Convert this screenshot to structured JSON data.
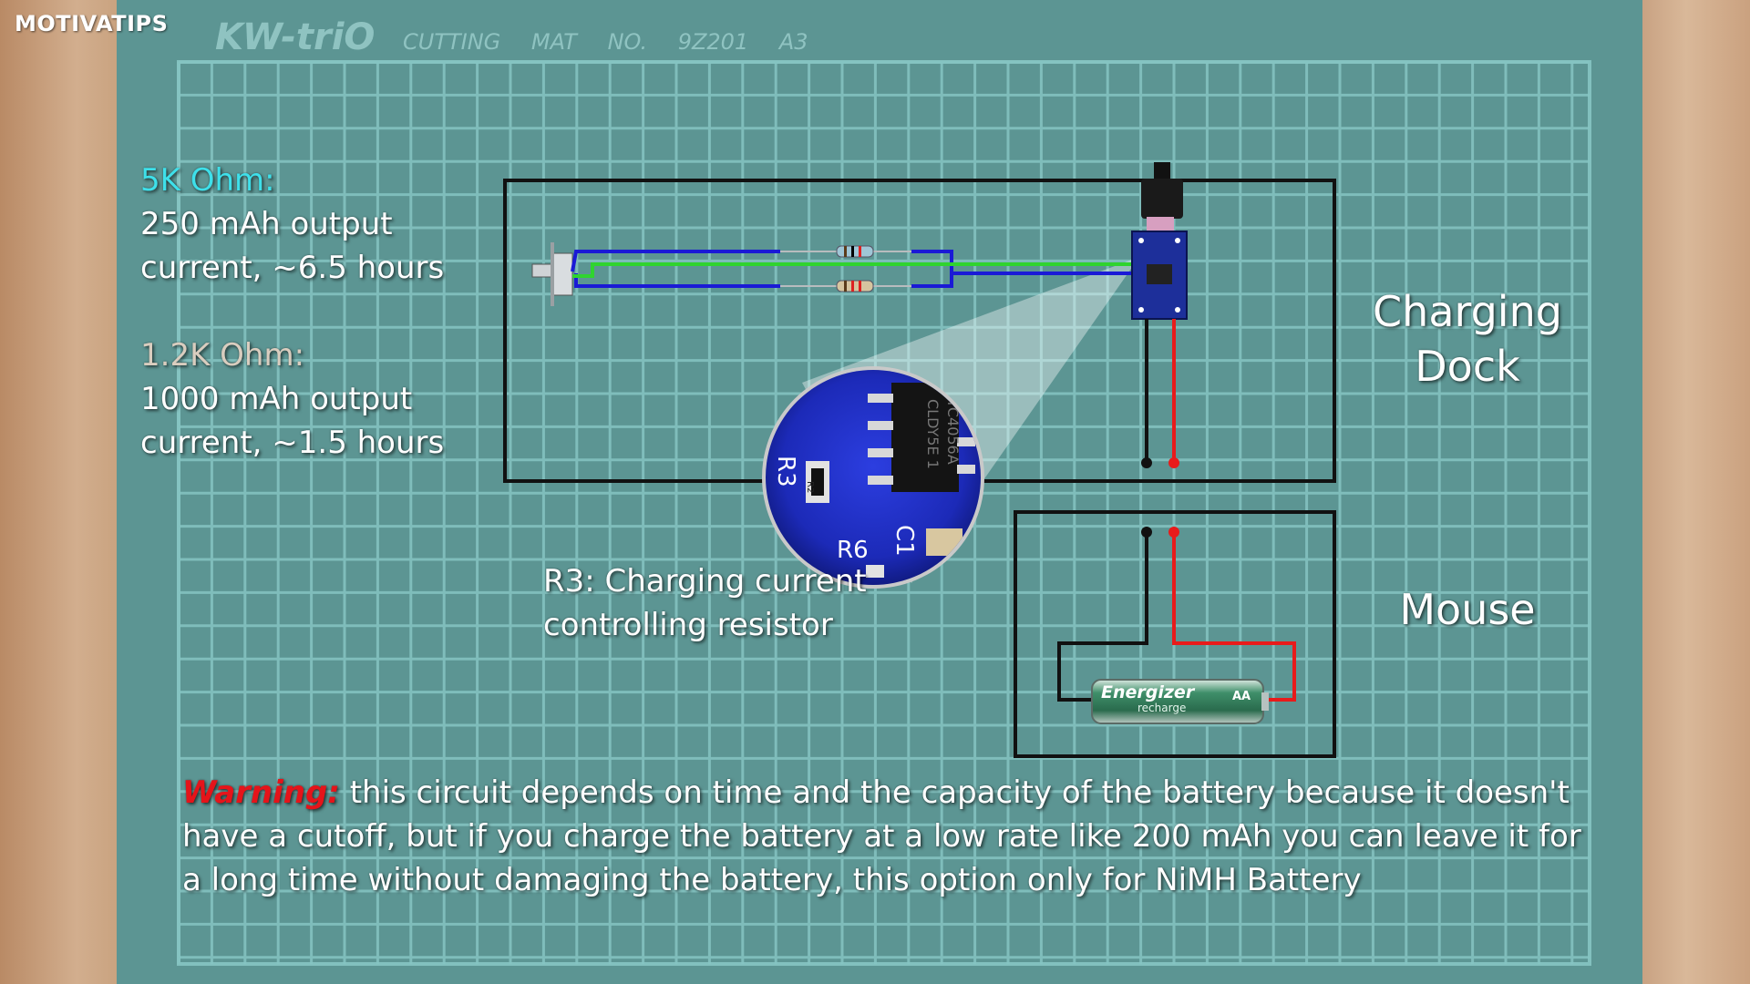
{
  "watermark": "MOTIVATIPS",
  "mat": {
    "brand": "KW-triO",
    "label": "CUTTING MAT NO. 9Z201 A3"
  },
  "notes": {
    "r5k": {
      "heading": "5K Ohm:",
      "line1": "250 mAh output",
      "line2": "current, ~6.5 hours"
    },
    "r12k": {
      "heading": "1.2K Ohm:",
      "line1": "1000 mAh output",
      "line2": "current, ~1.5 hours"
    }
  },
  "labels": {
    "charging_dock_line1": "Charging",
    "charging_dock_line2": "Dock",
    "mouse": "Mouse",
    "r3_note": "R3: Charging current controlling resistor"
  },
  "magnifier": {
    "chip_text_1": "TC4056A",
    "chip_text_2": "CLDY5E 1",
    "r3": "R3",
    "r6": "R6",
    "c1": "C1",
    "r2": "R2"
  },
  "battery": {
    "brand": "Energizer",
    "sub": "recharge",
    "size": "AA"
  },
  "warning": {
    "label": "Warning:",
    "text": " this circuit depends on time and the capacity of the battery because it doesn't have a cutoff, but if you charge the battery at a low rate like 200 mAh you can leave it for a long time without damaging the battery, this option only for NiMH Battery"
  },
  "colors": {
    "mat": "#5a9694",
    "grid": "#86c4c3",
    "wire_black": "#111111",
    "wire_red": "#e81b1b",
    "wire_blue": "#1a1ad6",
    "wire_green": "#2fd42f",
    "cyan_heading": "#3ee0ea",
    "warning_red": "#e5141a"
  }
}
